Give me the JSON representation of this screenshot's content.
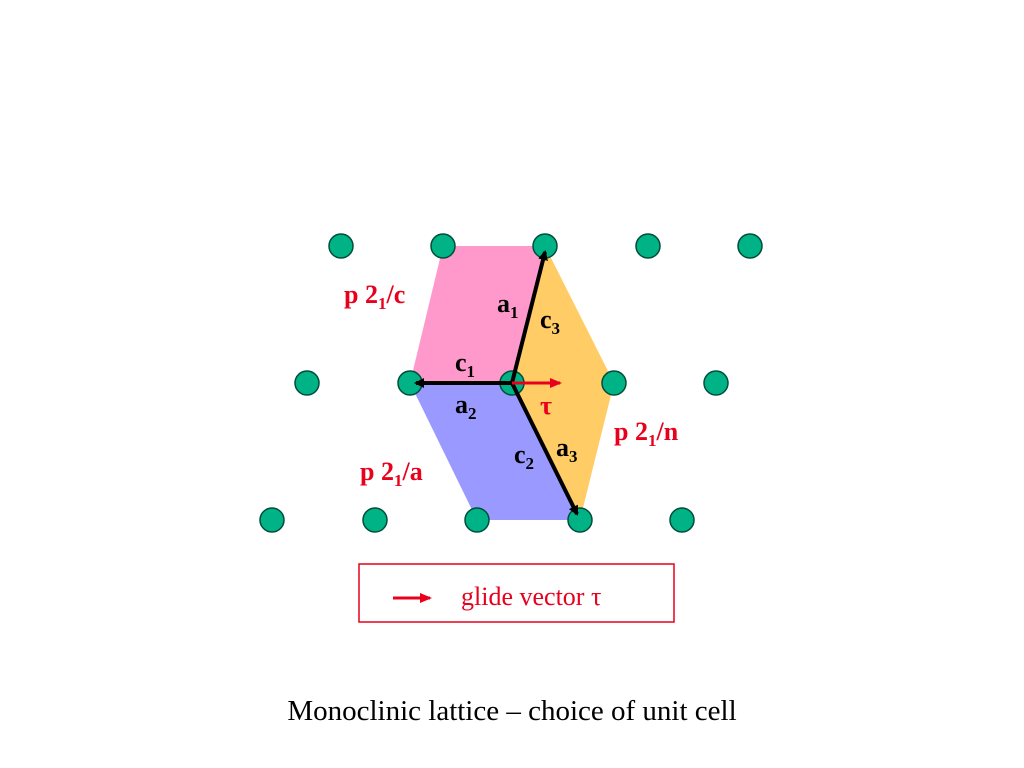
{
  "colors": {
    "pink_cell": "#ff99cc",
    "orange_cell": "#ffcc66",
    "blue_cell": "#9999ff",
    "lattice_point": "#00b386",
    "glide_vector": "#e8001c",
    "legend_border": "#e8001c"
  },
  "labels": {
    "p21c": {
      "main": "p 2",
      "sub": "1",
      "tail": "/c"
    },
    "p21n": {
      "main": "p 2",
      "sub": "1",
      "tail": "/n"
    },
    "p21a": {
      "main": "p 2",
      "sub": "1",
      "tail": "/a"
    },
    "a1": {
      "main": "a",
      "sub": "1"
    },
    "a2": {
      "main": "a",
      "sub": "2"
    },
    "a3": {
      "main": "a",
      "sub": "3"
    },
    "c1": {
      "main": "c",
      "sub": "1"
    },
    "c2": {
      "main": "c",
      "sub": "2"
    },
    "c3": {
      "main": "c",
      "sub": "3"
    },
    "tau": "τ"
  },
  "legend": {
    "text": "glide vector τ"
  },
  "caption": "Monoclinic lattice – choice of unit cell"
}
